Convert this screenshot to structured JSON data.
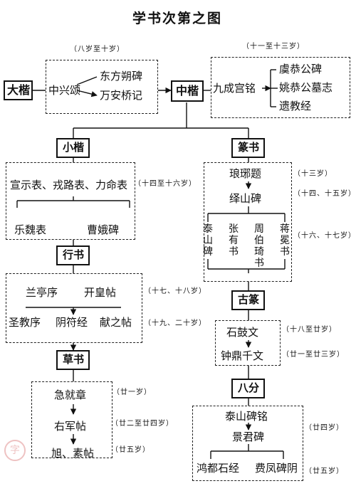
{
  "title": "学书次第之图",
  "nodes": {
    "da_kai": "大楷",
    "zhong_kai": "中楷",
    "xiao_kai": "小楷",
    "zhuan_shu": "篆书",
    "xing_shu": "行书",
    "gu_zhuan": "古篆",
    "cao_shu": "草书",
    "ba_fen": "八分"
  },
  "texts": {
    "zhong_xing_song": "中兴颂",
    "dong_fang_shuo": "东方朔碑",
    "wan_an_qiao": "万安桥记",
    "jiu_cheng_gong": "九成宫铭",
    "yu_gong_gong": "虞恭公碑",
    "yao_gong_gong": "姚恭公墓志",
    "yi_jiao_jing": "遗教经",
    "xuan_shi_biao_row": "宣示表、戎路表、力命表",
    "le_yi_lun": "乐魏表",
    "cao_e_bei": "曹娥碑",
    "lang_ya_ti": "琅琊题",
    "yi_shan_bei": "绎山碑",
    "tai_shan_bei_v": "泰山碑",
    "zhang_you_shu_v": "张有书",
    "zhou_bo_qi_v": "周伯琦书",
    "jiang_mian_v": "蒋冕书",
    "lan_ting_xu": "兰亭序",
    "kai_huang_tie": "开皇帖",
    "sheng_jiao_xu": "圣教序",
    "yin_fu_jing": "阴符经",
    "xian_zhi_tie": "献之帖",
    "shi_gu_wen": "石鼓文",
    "zhong_ding_qian_wen": "钟鼎千文",
    "ji_jiu_zhang": "急就章",
    "you_jun_tie": "右军帖",
    "xu_su_tie": "旭、素帖",
    "tai_shan_bei_ming": "泰山碑铭",
    "jing_jun_bei": "景君碑",
    "hong_du_shi_jing": "鸿都石经",
    "fei_feng_bei_yin": "费凤碑阴"
  },
  "ages": {
    "age_8_10": "（八岁至十岁）",
    "age_11_13": "（十一至十三岁）",
    "age_14_16": "（十四至十六岁）",
    "age_13": "（十三岁）",
    "age_14_15": "（十四、十五岁）",
    "age_16_17": "（十六、十七岁）",
    "age_17_18": "（十七、十八岁）",
    "age_19_20": "（十九、二十岁）",
    "age_18_20": "（十八至廿岁）",
    "age_21_23": "（廿一至廿三岁）",
    "age_21": "（廿一岁）",
    "age_22_24": "（廿二至廿四岁）",
    "age_25a": "（廿五岁）",
    "age_24": "（廿四岁）",
    "age_25b": "（廿五岁）"
  },
  "stamp_text": "字"
}
